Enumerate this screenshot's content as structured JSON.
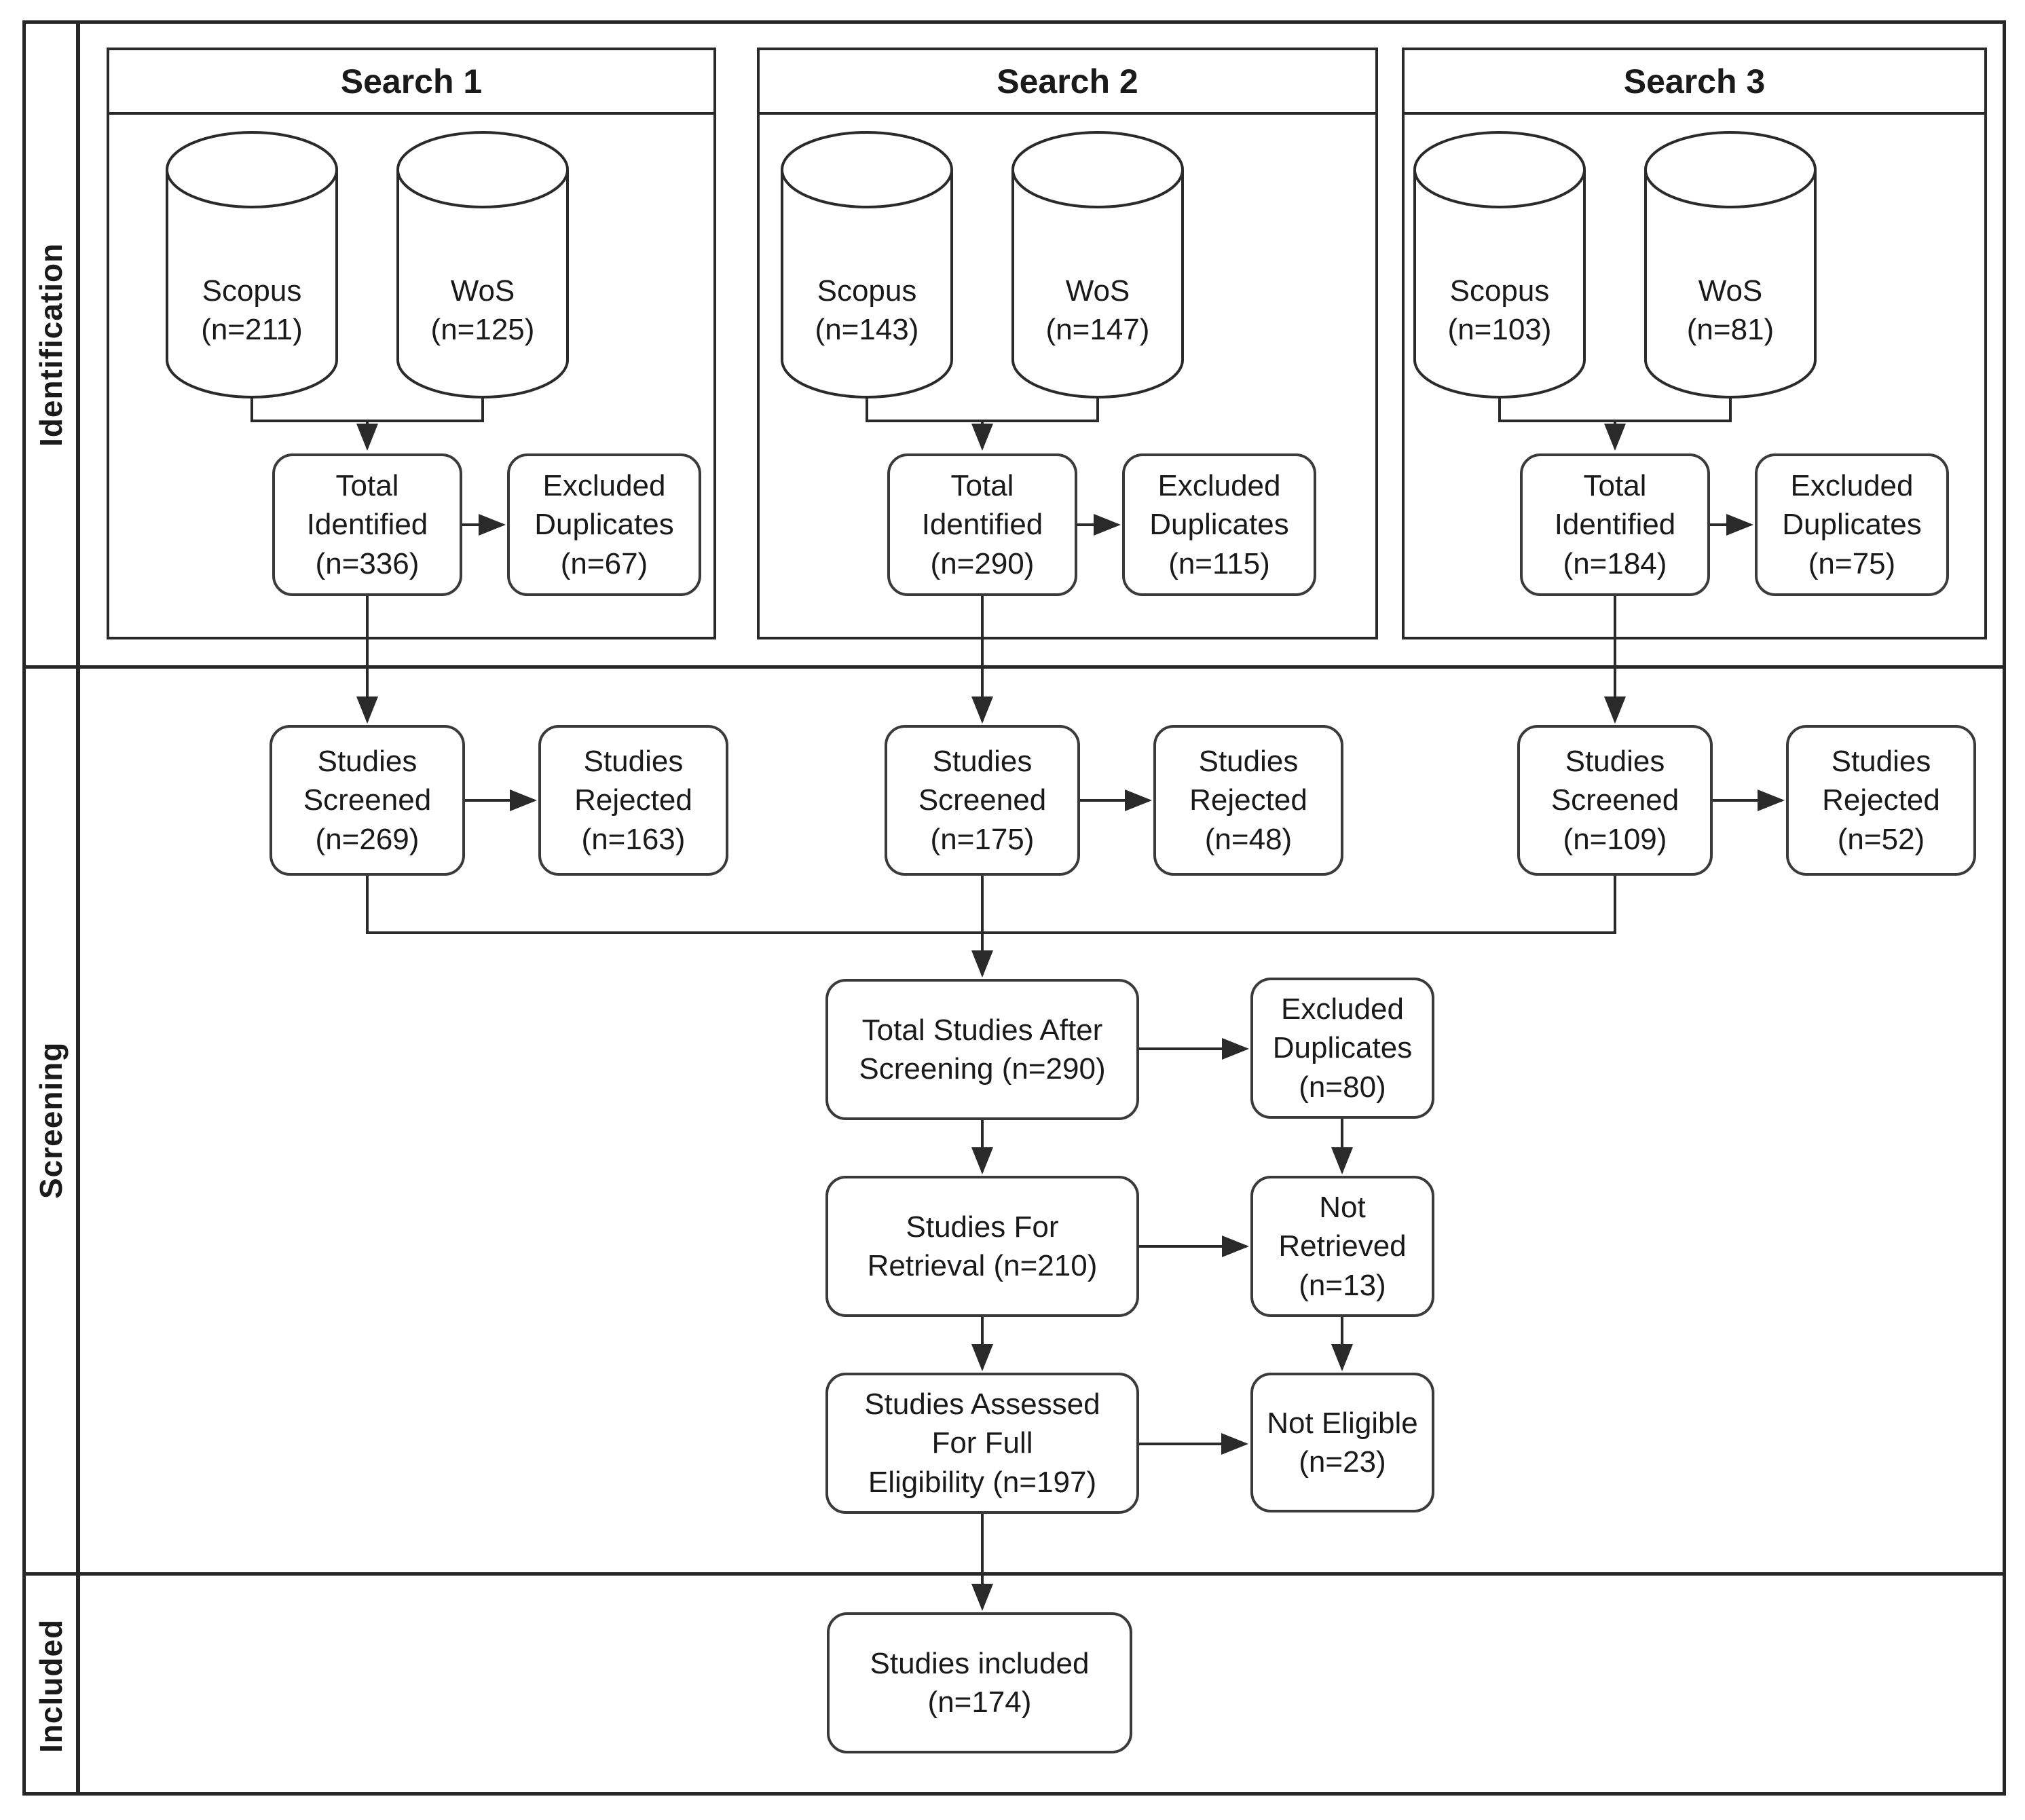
{
  "colors": {
    "ink": "#2a2a2a",
    "box_border": "#3a3a3a",
    "background": "#ffffff"
  },
  "sidebar": {
    "sections": [
      "Identification",
      "Screening",
      "Included"
    ]
  },
  "searches": [
    {
      "title": "Search 1",
      "scopus": {
        "name": "Scopus",
        "count": "(n=211)"
      },
      "wos": {
        "name": "WoS",
        "count": "(n=125)"
      },
      "total_identified": {
        "l1": "Total",
        "l2": "Identified",
        "l3": "(n=336)"
      },
      "excluded_duplicates": {
        "l1": "Excluded",
        "l2": "Duplicates",
        "l3": "(n=67)"
      },
      "studies_screened": {
        "l1": "Studies",
        "l2": "Screened",
        "l3": "(n=269)"
      },
      "studies_rejected": {
        "l1": "Studies",
        "l2": "Rejected",
        "l3": "(n=163)"
      }
    },
    {
      "title": "Search 2",
      "scopus": {
        "name": "Scopus",
        "count": "(n=143)"
      },
      "wos": {
        "name": "WoS",
        "count": "(n=147)"
      },
      "total_identified": {
        "l1": "Total",
        "l2": "Identified",
        "l3": "(n=290)"
      },
      "excluded_duplicates": {
        "l1": "Excluded",
        "l2": "Duplicates",
        "l3": "(n=115)"
      },
      "studies_screened": {
        "l1": "Studies",
        "l2": "Screened",
        "l3": "(n=175)"
      },
      "studies_rejected": {
        "l1": "Studies",
        "l2": "Rejected",
        "l3": "(n=48)"
      }
    },
    {
      "title": "Search 3",
      "scopus": {
        "name": "Scopus",
        "count": "(n=103)"
      },
      "wos": {
        "name": "WoS",
        "count": "(n=81)"
      },
      "total_identified": {
        "l1": "Total",
        "l2": "Identified",
        "l3": "(n=184)"
      },
      "excluded_duplicates": {
        "l1": "Excluded",
        "l2": "Duplicates",
        "l3": "(n=75)"
      },
      "studies_screened": {
        "l1": "Studies",
        "l2": "Screened",
        "l3": "(n=109)"
      },
      "studies_rejected": {
        "l1": "Studies",
        "l2": "Rejected",
        "l3": "(n=52)"
      }
    }
  ],
  "screening_flow": {
    "total_after": {
      "l1": "Total Studies After",
      "l2": "Screening (n=290)"
    },
    "excluded_duplicates": {
      "l1": "Excluded",
      "l2": "Duplicates",
      "l3": "(n=80)"
    },
    "for_retrieval": {
      "l1": "Studies For",
      "l2": "Retrieval (n=210)"
    },
    "not_retrieved": {
      "l1": "Not",
      "l2": "Retrieved",
      "l3": "(n=13)"
    },
    "assessed": {
      "l1": "Studies Assessed",
      "l2": "For Full",
      "l3": "Eligibility (n=197)"
    },
    "not_eligible": {
      "l1": "Not Eligible",
      "l2": "(n=23)"
    }
  },
  "included_flow": {
    "studies_included": {
      "l1": "Studies included",
      "l2": "(n=174)"
    }
  }
}
